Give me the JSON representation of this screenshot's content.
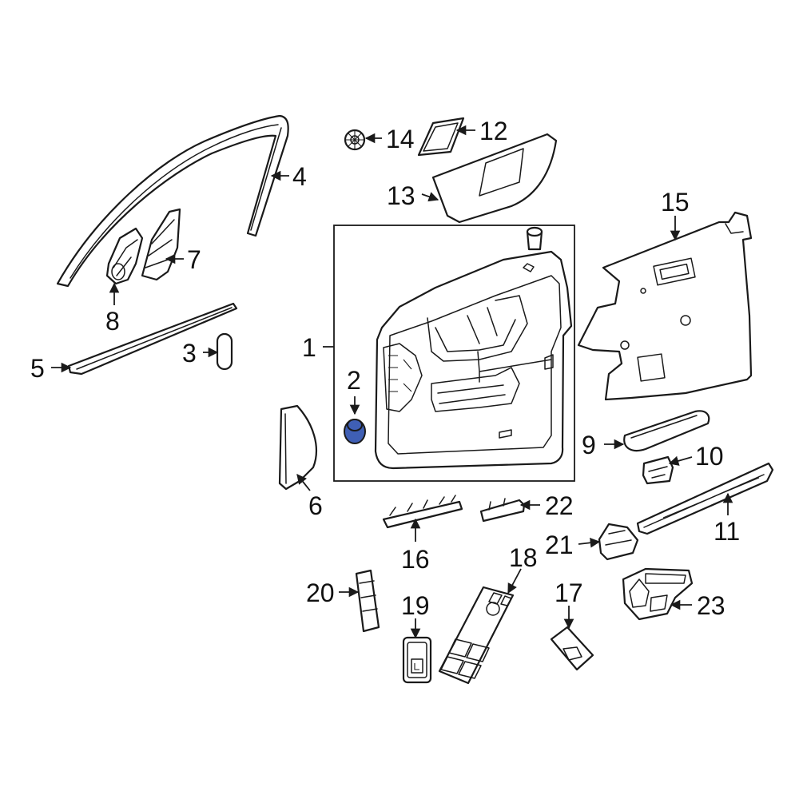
{
  "callouts": {
    "c1": "1",
    "c2": "2",
    "c3": "3",
    "c4": "4",
    "c5": "5",
    "c6": "6",
    "c7": "7",
    "c8": "8",
    "c9": "9",
    "c10": "10",
    "c11": "11",
    "c12": "12",
    "c13": "13",
    "c14": "14",
    "c15": "15",
    "c16": "16",
    "c17": "17",
    "c18": "18",
    "c19": "19",
    "c20": "20",
    "c21": "21",
    "c22": "22",
    "c23": "23"
  },
  "colors": {
    "line": "#1a1a1a",
    "highlight": "#3f5fb5",
    "background": "#ffffff"
  }
}
